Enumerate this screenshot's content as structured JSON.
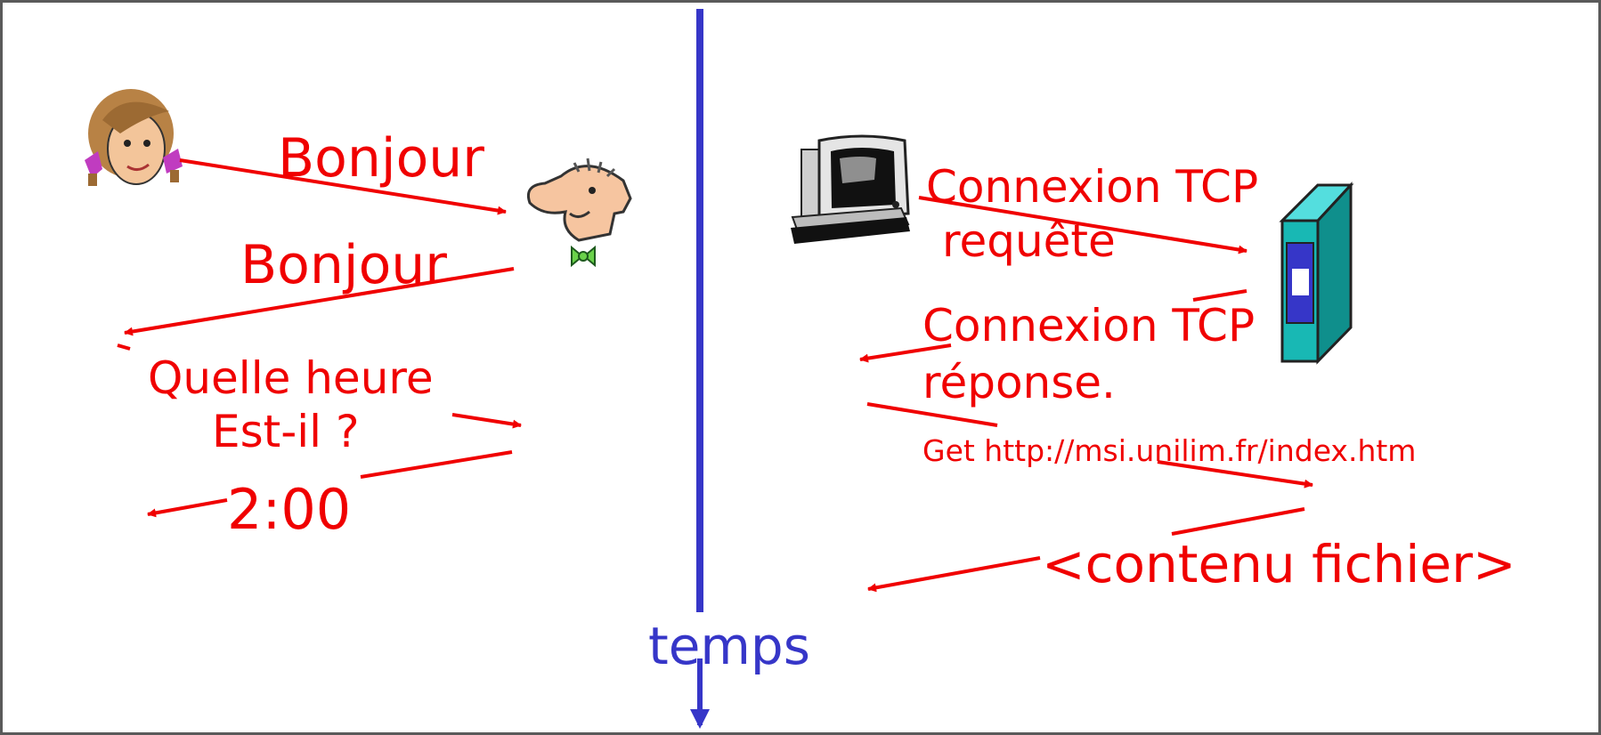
{
  "colors": {
    "message": "#f00000",
    "timeline": "#3636c8",
    "frame": "#5a5a5a"
  },
  "icons": {
    "human_left": "woman-face-icon",
    "human_right": "man-face-icon",
    "client": "desktop-computer-icon",
    "server": "server-tower-icon"
  },
  "human_protocol": {
    "greeting_sent": "Bonjour",
    "greeting_reply": "Bonjour",
    "question_line1": "Quelle heure",
    "question_line2": "Est-il ?",
    "answer": "2:00"
  },
  "network_protocol": {
    "tcp_request_line1": "Connexion TCP",
    "tcp_request_line2": "requête",
    "tcp_response_line1": "Connexion TCP",
    "tcp_response_line2": "réponse.",
    "get_request": "Get http://msi.unilim.fr/index.htm",
    "file_content": "<contenu fichier>"
  },
  "timeline": {
    "label": "temps"
  }
}
